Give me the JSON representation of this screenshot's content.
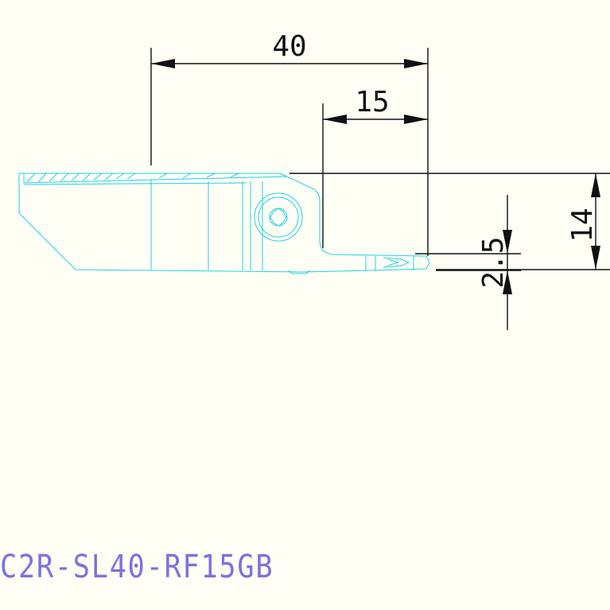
{
  "part_number": "C2R-SL40-RF15GB",
  "dimensions": {
    "overall_length": "40",
    "reach": "15",
    "height": "14",
    "width": "2.5"
  },
  "colors": {
    "background": "#fffff5",
    "tool_outline": "#1fd1e8",
    "dimension_lines": "#111111",
    "label": "#7a72e0"
  }
}
